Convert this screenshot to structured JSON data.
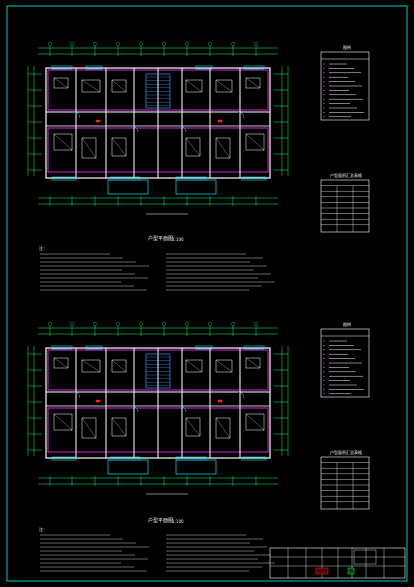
{
  "drawing": {
    "plans": [
      {
        "title": "户型平面图",
        "scale": "1:100",
        "legend": {
          "heading": "图例",
          "rows": [
            "",
            "",
            "",
            "",
            "",
            "",
            "",
            "",
            "",
            "",
            "",
            "",
            ""
          ]
        },
        "area_table": {
          "heading": "户型面积汇总表格",
          "rows": [
            [
              "",
              "",
              ""
            ],
            [
              "",
              "",
              ""
            ],
            [
              "",
              "",
              ""
            ],
            [
              "",
              "",
              ""
            ],
            [
              "",
              "",
              ""
            ],
            [
              "",
              "",
              ""
            ],
            [
              "",
              "",
              ""
            ],
            [
              "",
              "",
              ""
            ]
          ]
        }
      },
      {
        "title": "户型平面图",
        "scale": "1:100",
        "legend": {
          "heading": "图例",
          "rows": [
            "",
            "",
            "",
            "",
            "",
            "",
            "",
            "",
            "",
            "",
            "",
            "",
            ""
          ]
        },
        "area_table": {
          "heading": "户型面积汇总表格",
          "rows": [
            [
              "",
              "",
              ""
            ],
            [
              "",
              "",
              ""
            ],
            [
              "",
              "",
              ""
            ],
            [
              "",
              "",
              ""
            ],
            [
              "",
              "",
              ""
            ],
            [
              "",
              "",
              ""
            ],
            [
              "",
              "",
              ""
            ],
            [
              "",
              "",
              ""
            ]
          ]
        }
      }
    ],
    "notes_heading": "注：",
    "title_block": {
      "cells": [
        "",
        "",
        "",
        "",
        "",
        "",
        "",
        "",
        "",
        "",
        "",
        ""
      ]
    },
    "colors": {
      "background": "#000000",
      "border": "#00c8c8",
      "walls": "#ffffff",
      "partitions": "#ff33ff",
      "grid": "#00ff66",
      "windows": "#00e5ff",
      "stairs": "#3399ff",
      "accent_red": "#ff2020",
      "text": "#ffffff"
    }
  }
}
